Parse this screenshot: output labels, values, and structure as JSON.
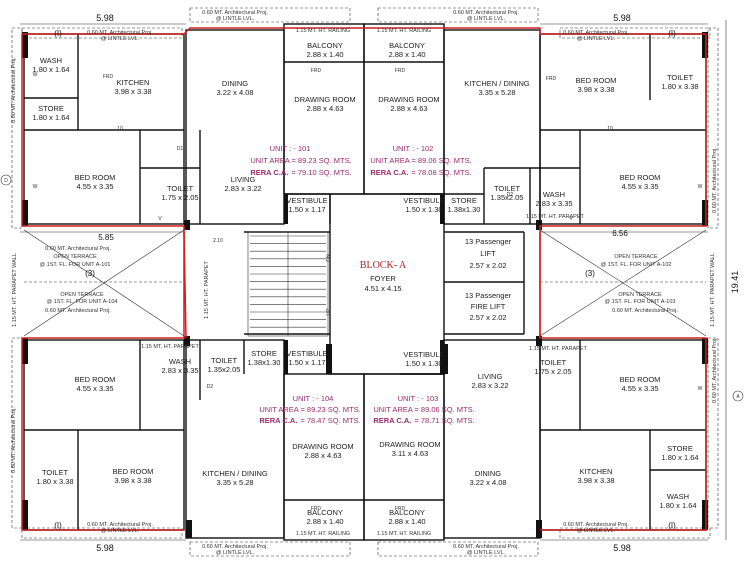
{
  "dimensions": {
    "top_left": "5.98",
    "top_right": "5.98",
    "bottom_left": "5.98",
    "bottom_right": "5.98",
    "right_total": "19.41",
    "mid_left": "5.85",
    "mid_right": "6.56",
    "stair_width": "2.10"
  },
  "block": {
    "title": "BLOCK- A",
    "foyer": "FOYER",
    "foyer_size": "4.51 x 4.15",
    "lift1": "13 Passenger",
    "lift1_name": "LIFT",
    "lift1_size": "2.57 x 2.02",
    "lift2": "13 Passenger",
    "lift2_name": "FIRE LIFT",
    "lift2_size": "2.57 x 2.02",
    "stair_dn": "DN",
    "stair_up": "UP"
  },
  "units": {
    "u101": {
      "no": "UNIT : - 101",
      "area": "UNIT AREA = 89.23 SQ. MTS.",
      "rera": "RERA C.A.",
      "rera_val": "= 79.10 SQ. MTS."
    },
    "u102": {
      "no": "UNIT : - 102",
      "area": "UNIT AREA = 89.06 SQ. MTS.",
      "rera": "RERA C.A.",
      "rera_val": "= 78.08 SQ. MTS."
    },
    "u104": {
      "no": "UNIT : - 104",
      "area": "UNIT AREA = 89.23 SQ. MTS.",
      "rera": "RERA C.A.",
      "rera_val": "= 78.47 SQ. MTS."
    },
    "u103": {
      "no": "UNIT : - 103",
      "area": "UNIT AREA = 89.06 SQ. MTS.",
      "rera": "RERA C.A.",
      "rera_val": "= 78.71 SQ. MTS."
    }
  },
  "rooms": {
    "wash_tl": {
      "name": "WASH",
      "size": "1.80 x 1.64"
    },
    "store_tl": {
      "name": "STORE",
      "size": "1.80 x 1.64"
    },
    "kitchen_tl": {
      "name": "KITCHEN",
      "size": "3.98 x 3.38"
    },
    "dining_tl": {
      "name": "DINING",
      "size": "3.22 x 4.08"
    },
    "bed_tl": {
      "name": "BED ROOM",
      "size": "4.55 x 3.35"
    },
    "living_tl": {
      "name": "LIVING",
      "size": "2.83 x 3.22"
    },
    "toilet_tl": {
      "name": "TOILET",
      "size": "1.75 x 2.05"
    },
    "drawing_tl": {
      "name": "DRAWING ROOM",
      "size": "2.88 x 4.63"
    },
    "balcony_tl": {
      "name": "BALCONY",
      "size": "2.88 x 1.40"
    },
    "vest_tl": {
      "name": "VESTIBULE",
      "size": "1.50 x 1.17"
    },
    "balcony_tr": {
      "name": "BALCONY",
      "size": "2.88 x 1.40"
    },
    "drawing_tr": {
      "name": "DRAWING ROOM",
      "size": "2.88 x 4.63"
    },
    "kitdin_tr": {
      "name": "KITCHEN / DINING",
      "size": "3.35 x 5.28"
    },
    "bedroom_tr": {
      "name": "BED ROOM",
      "size": "3.98 x 3.38"
    },
    "toilet_tr": {
      "name": "TOILET",
      "size": "1.80 x 3.38"
    },
    "bed_tr": {
      "name": "BED ROOM",
      "size": "4.55 x 3.35"
    },
    "wash_tr": {
      "name": "WASH",
      "size": "2.83 x 3.35"
    },
    "toilet2_tr": {
      "name": "TOILET",
      "size": "1.35x2.05"
    },
    "store_tr": {
      "name": "STORE",
      "size": "1.38x1.30"
    },
    "vest_tr": {
      "name": "VESTIBULE",
      "size": "1.50 x 1.30"
    },
    "bed_bl": {
      "name": "BED ROOM",
      "size": "4.55 x 3.35"
    },
    "wash_bl": {
      "name": "WASH",
      "size": "2.83 x 3.35"
    },
    "toilet2_bl": {
      "name": "TOILET",
      "size": "1.35x2.05"
    },
    "store_bl": {
      "name": "STORE",
      "size": "1.38x1.30"
    },
    "vest_bl": {
      "name": "VESTIBULE",
      "size": "1.50 x 1.17"
    },
    "toilet_bl": {
      "name": "TOILET",
      "size": "1.80 x 3.38"
    },
    "bedroom_bl": {
      "name": "BED ROOM",
      "size": "3.98 x 3.38"
    },
    "kitdin_bl": {
      "name": "KITCHEN / DINING",
      "size": "3.35 x 5.28"
    },
    "drawing_bl": {
      "name": "DRAWING ROOM",
      "size": "2.88 x 4.63"
    },
    "balcony_bl": {
      "name": "BALCONY",
      "size": "2.88 x 1.40"
    },
    "vest_br": {
      "name": "VESTIBULE",
      "size": "1.50 x 1.30"
    },
    "living_br": {
      "name": "LIVING",
      "size": "2.83 x 3.22"
    },
    "toilet_br": {
      "name": "TOILET",
      "size": "1.75 x 2.05"
    },
    "bed_br": {
      "name": "BED ROOM",
      "size": "4.55 x 3.35"
    },
    "drawing_br": {
      "name": "DRAWING ROOM",
      "size": "3.11 x 4.63"
    },
    "balcony_br": {
      "name": "BALCONY",
      "size": "2.88 x 1.40"
    },
    "dining_br": {
      "name": "DINING",
      "size": "3.22 x 4.08"
    },
    "kitchen_br": {
      "name": "KITCHEN",
      "size": "3.98 x 3.38"
    },
    "store_br": {
      "name": "STORE",
      "size": "1.80 x 1.64"
    },
    "wash_br": {
      "name": "WASH",
      "size": "1.80 x 1.64"
    }
  },
  "terraces": {
    "t101a": "OPEN TERRACE",
    "t101b": "@ 1ST. FL. FOR UNIT A-101",
    "t104a": "OPEN TERRACE",
    "t104b": "@ 1ST. FL. FOR UNIT A-104",
    "t102a": "OPEN TERRACE",
    "t102b": "@ 1ST. FL. FOR UNIT A-102",
    "t103a": "OPEN TERRACE",
    "t103b": "@ 1ST. FL. FOR UNIT A-103"
  },
  "notes": {
    "proj1": "0.60 MT. Architectural Proj.",
    "proj2": "@ LINTLE LVL.",
    "railing": "1.15 MT. HT. RAILING",
    "parapet": "1.15 MT. HT. PARAPET",
    "parapet_wall": "1.15 MT. HT. PARAPET WALL",
    "grid_I": "(I)",
    "grid_3": "(3)",
    "grid_A": "A",
    "grid_D": "D",
    "frd": "FRD",
    "d1": "D1",
    "d2": "D2",
    "w": "W",
    "v": "V",
    "t10": "10"
  }
}
